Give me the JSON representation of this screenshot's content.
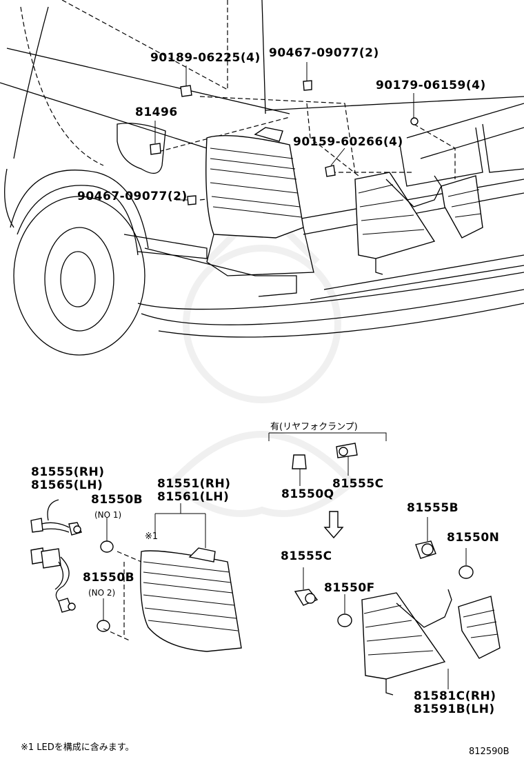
{
  "diagram": {
    "labels": {
      "p90189": "90189-06225(4)",
      "p90467_top": "90467-09077(2)",
      "p90179": "90179-06159(4)",
      "p81496": "81496",
      "p90159": "90159-60266(4)",
      "p90467_left": "90467-09077(2)",
      "p81555_rh": "81555(RH)",
      "p81565_lh": "81565(LH)",
      "p81550b_1": "81550B",
      "no1": "(NO 1)",
      "p81550b_2": "81550B",
      "no2": "(NO 2)",
      "p81551_rh": "81551(RH)",
      "p81561_lh": "81561(LH)",
      "mark1": "※1",
      "rear_fog_note": "有(リヤフォクランプ)",
      "p81550q": "81550Q",
      "p81555c_top": "81555C",
      "p81555c": "81555C",
      "p81550f": "81550F",
      "p81555b": "81555B",
      "p81550n": "81550N",
      "p81581c_rh": "81581C(RH)",
      "p81591b_lh": "81591B(LH)",
      "footnote": "※1 LEDを構成に含みます。",
      "diagram_id": "812590B"
    }
  }
}
